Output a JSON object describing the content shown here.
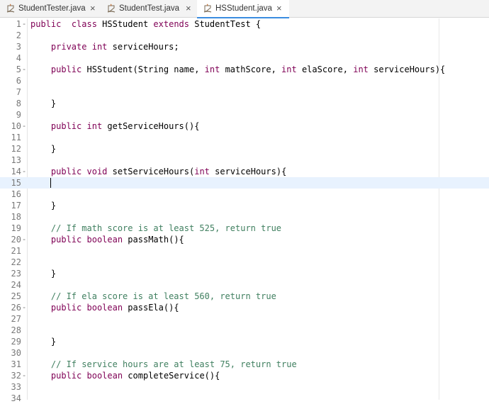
{
  "tabs": [
    {
      "label": "StudentTester.java",
      "active": false,
      "close": "×",
      "icon": "java-file-icon"
    },
    {
      "label": "StudentTest.java",
      "active": false,
      "close": "×",
      "icon": "java-file-icon"
    },
    {
      "label": "HSStudent.java",
      "active": true,
      "close": "×",
      "icon": "java-file-icon"
    }
  ],
  "colors": {
    "keyword": "#7f0055",
    "comment": "#3f7f5f",
    "text": "#000000",
    "active_tab_underline": "#3b8de0",
    "current_line": "#e8f2fe"
  },
  "editor": {
    "current_line": 15,
    "lines": [
      {
        "n": "1",
        "fold": true,
        "t": [
          [
            "kw",
            "public"
          ],
          [
            "",
            "  "
          ],
          [
            "kw",
            "class"
          ],
          [
            "",
            " HSStudent "
          ],
          [
            "kw",
            "extends"
          ],
          [
            "",
            " StudentTest {"
          ]
        ]
      },
      {
        "n": "2",
        "t": []
      },
      {
        "n": "3",
        "t": [
          [
            "",
            "    "
          ],
          [
            "kw",
            "private"
          ],
          [
            "",
            " "
          ],
          [
            "kw",
            "int"
          ],
          [
            "",
            " serviceHours;"
          ]
        ]
      },
      {
        "n": "4",
        "t": []
      },
      {
        "n": "5",
        "fold": true,
        "t": [
          [
            "",
            "    "
          ],
          [
            "kw",
            "public"
          ],
          [
            "",
            " HSStudent(String name, "
          ],
          [
            "kw",
            "int"
          ],
          [
            "",
            " mathScore, "
          ],
          [
            "kw",
            "int"
          ],
          [
            "",
            " elaScore, "
          ],
          [
            "kw",
            "int"
          ],
          [
            "",
            " serviceHours){"
          ]
        ]
      },
      {
        "n": "6",
        "t": []
      },
      {
        "n": "7",
        "t": []
      },
      {
        "n": "8",
        "t": [
          [
            "",
            "    }"
          ]
        ]
      },
      {
        "n": "9",
        "t": []
      },
      {
        "n": "10",
        "fold": true,
        "t": [
          [
            "",
            "    "
          ],
          [
            "kw",
            "public"
          ],
          [
            "",
            " "
          ],
          [
            "kw",
            "int"
          ],
          [
            "",
            " getServiceHours(){"
          ]
        ]
      },
      {
        "n": "11",
        "t": []
      },
      {
        "n": "12",
        "t": [
          [
            "",
            "    }"
          ]
        ]
      },
      {
        "n": "13",
        "t": []
      },
      {
        "n": "14",
        "fold": true,
        "t": [
          [
            "",
            "    "
          ],
          [
            "kw",
            "public"
          ],
          [
            "",
            " "
          ],
          [
            "kw",
            "void"
          ],
          [
            "",
            " setServiceHours("
          ],
          [
            "kw",
            "int"
          ],
          [
            "",
            " serviceHours){"
          ]
        ]
      },
      {
        "n": "15",
        "t": []
      },
      {
        "n": "16",
        "t": []
      },
      {
        "n": "17",
        "t": [
          [
            "",
            "    }"
          ]
        ]
      },
      {
        "n": "18",
        "t": []
      },
      {
        "n": "19",
        "t": [
          [
            "",
            "    "
          ],
          [
            "cm",
            "// If math score is at least 525, return true"
          ]
        ]
      },
      {
        "n": "20",
        "fold": true,
        "t": [
          [
            "",
            "    "
          ],
          [
            "kw",
            "public"
          ],
          [
            "",
            " "
          ],
          [
            "kw",
            "boolean"
          ],
          [
            "",
            " passMath(){"
          ]
        ]
      },
      {
        "n": "21",
        "t": []
      },
      {
        "n": "22",
        "t": []
      },
      {
        "n": "23",
        "t": [
          [
            "",
            "    }"
          ]
        ]
      },
      {
        "n": "24",
        "t": []
      },
      {
        "n": "25",
        "t": [
          [
            "",
            "    "
          ],
          [
            "cm",
            "// If ela score is at least 560, return true"
          ]
        ]
      },
      {
        "n": "26",
        "fold": true,
        "t": [
          [
            "",
            "    "
          ],
          [
            "kw",
            "public"
          ],
          [
            "",
            " "
          ],
          [
            "kw",
            "boolean"
          ],
          [
            "",
            " passEla(){"
          ]
        ]
      },
      {
        "n": "27",
        "t": []
      },
      {
        "n": "28",
        "t": []
      },
      {
        "n": "29",
        "t": [
          [
            "",
            "    }"
          ]
        ]
      },
      {
        "n": "30",
        "t": []
      },
      {
        "n": "31",
        "t": [
          [
            "",
            "    "
          ],
          [
            "cm",
            "// If service hours are at least 75, return true"
          ]
        ]
      },
      {
        "n": "32",
        "fold": true,
        "t": [
          [
            "",
            "    "
          ],
          [
            "kw",
            "public"
          ],
          [
            "",
            " "
          ],
          [
            "kw",
            "boolean"
          ],
          [
            "",
            " completeService(){"
          ]
        ]
      },
      {
        "n": "33",
        "t": []
      },
      {
        "n": "34",
        "t": []
      }
    ]
  }
}
